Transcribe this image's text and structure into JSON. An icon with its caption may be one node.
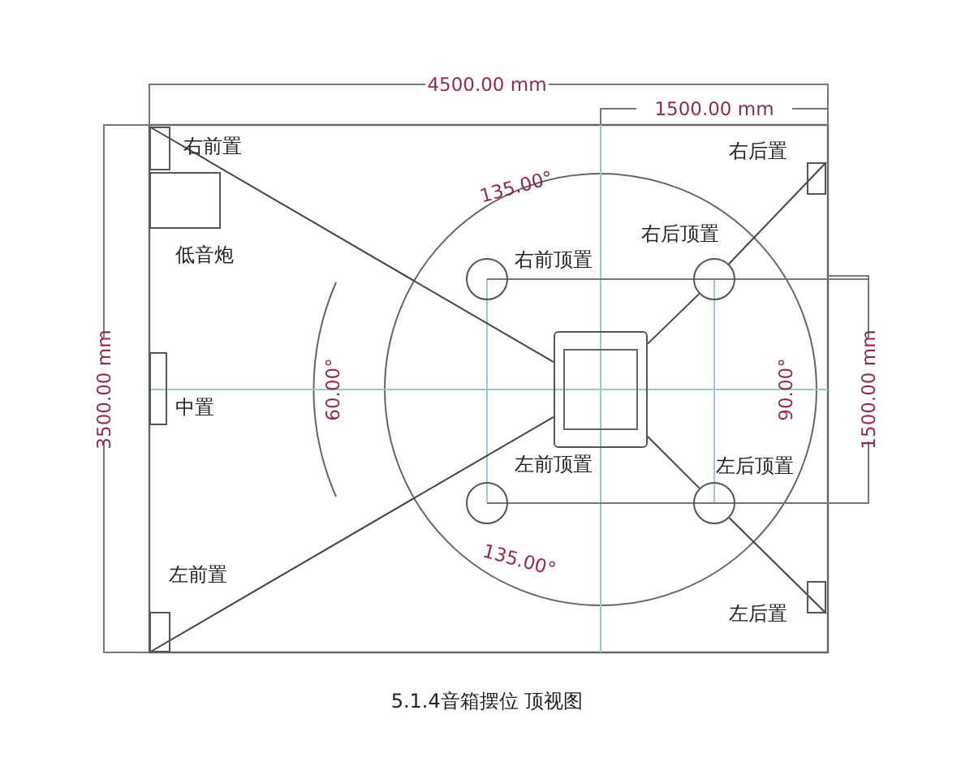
{
  "diagram": {
    "caption": "5.1.4音箱摆位 顶视图",
    "nodes": [
      {
        "text": [],
        "shape": "box",
        "beside": [
          "右前置"
        ]
      },
      {
        "text": [],
        "shape": "box",
        "beside": [
          "低音炮"
        ]
      },
      {
        "text": [],
        "shape": "box",
        "beside": [
          "中置"
        ]
      },
      {
        "text": [],
        "shape": "box",
        "beside": [
          "左前置"
        ]
      },
      {
        "text": [],
        "shape": "circle",
        "beside": [
          "右前顶置"
        ]
      },
      {
        "text": [],
        "shape": "circle",
        "beside": [
          "右后顶置"
        ]
      },
      {
        "text": [],
        "shape": "circle",
        "beside": [
          "左前顶置"
        ]
      },
      {
        "text": [],
        "shape": "circle",
        "beside": [
          "左后顶置"
        ]
      },
      {
        "text": [],
        "shape": "box",
        "beside": [
          "右后置"
        ]
      },
      {
        "text": [],
        "shape": "box",
        "beside": [
          "左后置"
        ]
      },
      {
        "text": [],
        "shape": "box"
      }
    ],
    "edges": [
      {
        "from": 10,
        "to": 0,
        "arrow": "none"
      },
      {
        "from": 10,
        "to": 7,
        "arrow": "none"
      },
      {
        "from": 7,
        "to": 9,
        "arrow": "none"
      },
      {
        "from": 10,
        "to": 3,
        "arrow": "none"
      },
      {
        "from": 10,
        "to": 5,
        "arrow": "none"
      },
      {
        "from": 5,
        "to": 8,
        "arrow": "none"
      }
    ],
    "labels": [
      "4500.00 mm",
      "1500.00 mm",
      "135.00°",
      "60.00°",
      "3500.00 mm",
      "90.00°",
      "1500.00 mm",
      "135.00°"
    ]
  }
}
